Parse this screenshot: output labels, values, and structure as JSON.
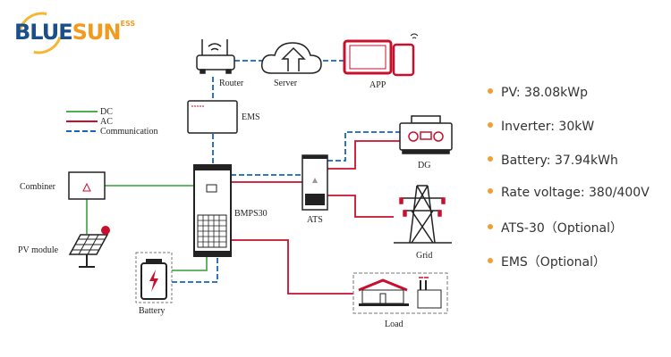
{
  "logo": {
    "brand_blue": "BLUE",
    "brand_orange": "SUN",
    "suffix": "ESS"
  },
  "legend": [
    {
      "label": "DC",
      "color": "#4caf50",
      "style": "solid"
    },
    {
      "label": "AC",
      "color": "#c8102e",
      "style": "solid"
    },
    {
      "label": "Communication",
      "color": "#1565c0",
      "style": "dashed"
    }
  ],
  "nodes": {
    "router": "Router",
    "server": "Server",
    "app": "APP",
    "ems": "EMS",
    "combiner": "Combiner",
    "pv_module": "PV module",
    "bmps": "BMPS30",
    "ats": "ATS",
    "dg": "DG",
    "grid": "Grid",
    "battery": "Battery",
    "load": "Load"
  },
  "specs": [
    "PV:  38.08kWp",
    "Inverter:  30kW",
    "Battery: 37.94kWh",
    "Rate voltage: 380/400V",
    "ATS-30（Optional）",
    "EMS（Optional）"
  ],
  "colors": {
    "bullet": "#f0a030",
    "dc": "#4caf50",
    "ac": "#c8102e",
    "comm": "#1565c0"
  }
}
